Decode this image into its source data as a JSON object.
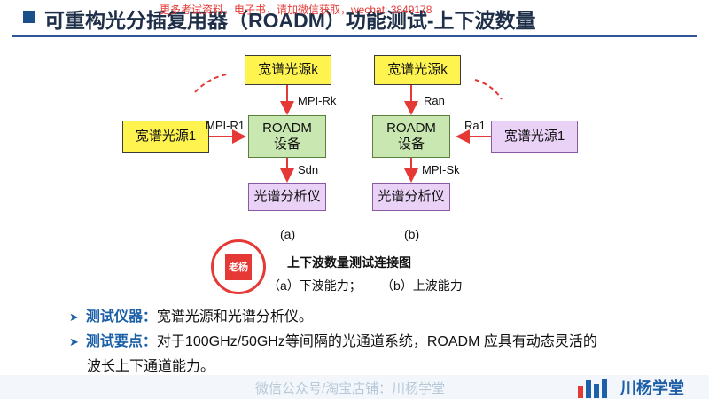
{
  "slide": {
    "title": "可重构光分插复用器（ROADM）功能测试-上下波数量",
    "watermark_top": "更多考试资料，电子书，请加微信获取，wechat: 3849178"
  },
  "diagram_a": {
    "source_k": "宽谱光源k",
    "source_1": "宽谱光源1",
    "roadm": "ROADM\n设备",
    "analyzer": "光谱分析仪",
    "label_rk": "MPI-Rk",
    "label_r1": "MPI-R1",
    "label_sdn": "Sdn",
    "tag": "(a)"
  },
  "diagram_b": {
    "source_k": "宽谱光源k",
    "source_1": "宽谱光源1",
    "roadm": "ROADM\n设备",
    "analyzer": "光谱分析仪",
    "label_ran": "Ran",
    "label_ra1": "Ra1",
    "label_sk": "MPI-Sk",
    "tag": "(b)"
  },
  "figure": {
    "caption": "上下波数量测试连接图",
    "sub_a": "（a）下波能力；",
    "sub_b": "（b）上波能力"
  },
  "bullets": [
    {
      "key": "测试仪器：",
      "text": "宽谱光源和光谱分析仪。"
    },
    {
      "key": "测试要点：",
      "text": "对于100GHz/50GHz等间隔的光通道系统，ROADM 应具有动态灵活的"
    },
    {
      "key": "",
      "text": "波长上下通道能力。"
    }
  ],
  "footer": {
    "text": "微信公众号/淘宝店铺：川杨学堂",
    "brand": "川杨学堂"
  },
  "seal": {
    "text": "老杨"
  },
  "colors": {
    "title_bar": "#1a4f8a",
    "yellow_box": "#fff44f",
    "green_box": "#c9e8b1",
    "purple_box": "#ead2f7",
    "arrow": "#e53935",
    "accent_blue": "#1a5fa8"
  }
}
